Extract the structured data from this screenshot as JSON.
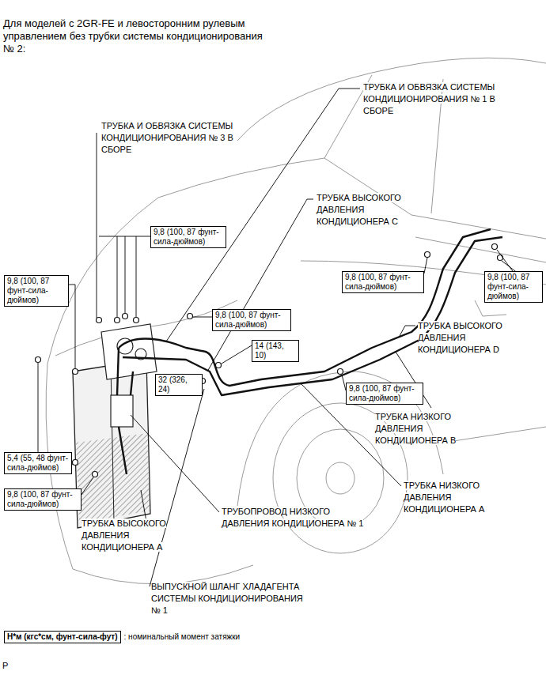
{
  "diagram": {
    "title": "Для моделей с 2GR-FE и левосторонним рулевым управлением без трубки системы кондиционирования № 2:",
    "nodes": [
      {
        "text": [
          "9,8 (100, 87 фунт-сила-дюймов)"
        ]
      },
      {
        "text": [
          "9,8 (100, 87 фунт-сила-дюймов)"
        ]
      },
      {
        "text": [
          "9,8 (100, 87 фунт-сила-дюймов)"
        ]
      },
      {
        "text": [
          "9,8 (100, 87 фунт-сила-дюймов)"
        ]
      },
      {
        "text": [
          "9,8 (100, 87 фунт-сила-дюймов)"
        ]
      },
      {
        "text": [
          "14 (143, 10)"
        ]
      },
      {
        "text": [
          "32 (326, 24)"
        ]
      },
      {
        "text": [
          "9,8 (100, 87 фунт-сила-дюймов)"
        ]
      },
      {
        "text": [
          "5,4 (55, 48 фунт-сила-дюймов)"
        ]
      },
      {
        "text": [
          "9,8 (100, 87 фунт-сила-дюймов)"
        ]
      },
      {
        "text": [
          "Н*м (кгс*см, фунт-сила-фут)",
          ": номинальный момент затяжки"
        ]
      }
    ],
    "edges": [],
    "labels": [
      "ТРУБКА И ОБВЯЗКА СИСТЕМЫ КОНДИЦИОНИРОВАНИЯ № 1 В СБОРЕ",
      "ТРУБКА И ОБВЯЗКА СИСТЕМЫ КОНДИЦИОНИРОВАНИЯ № 3 В СБОРЕ",
      "ТРУБКА ВЫСОКОГО ДАВЛЕНИЯ КОНДИЦИОНЕРА С",
      "ТРУБКА ВЫСОКОГО ДАВЛЕНИЯ КОНДИЦИОНЕРА D",
      "ТРУБКА НИЗКОГО ДАВЛЕНИЯ КОНДИЦИОНЕРА В",
      "ТРУБКА НИЗКОГО ДАВЛЕНИЯ КОНДИЦИОНЕРА А",
      "ТРУБКА ВЫСОКОГО ДАВЛЕНИЯ КОНДИЦИОНЕРА А",
      "ТРУБОПРОВОД НИЗКОГО ДАВЛЕНИЯ КОНДИЦИОНЕРА № 1",
      "ВЫПУСКНОЙ ШЛАНГ ХЛАДАГЕНТА СИСТЕМЫ КОНДИЦИОНИРОВАНИЯ № 1",
      "P"
    ]
  }
}
